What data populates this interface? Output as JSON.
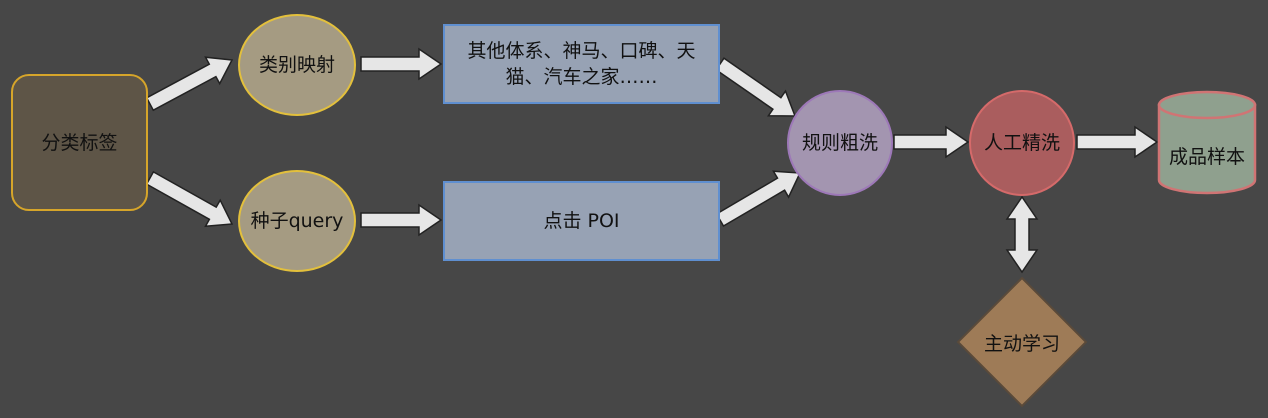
{
  "nodes": {
    "category_label": {
      "text": "分类标签",
      "fill": "#5e5547",
      "stroke": "#d6a52a"
    },
    "category_mapping": {
      "text": "类别映射",
      "fill": "#a59b82",
      "stroke": "#e3c03c"
    },
    "seed_query": {
      "text": "种子query",
      "fill": "#a59b82",
      "stroke": "#e3c03c"
    },
    "other_systems": {
      "text": "其他体系、神马、口碑、天猫、汽车之家……",
      "fill": "#97a2b4",
      "stroke": "#5f8fd0"
    },
    "click_poi": {
      "text": "点击 POI",
      "fill": "#97a2b4",
      "stroke": "#5f8fd0"
    },
    "rule_rough_wash": {
      "text": "规则粗洗",
      "fill": "#a395b0",
      "stroke": "#9d78b8"
    },
    "manual_fine_wash": {
      "text": "人工精洗",
      "fill": "#aa5d5e",
      "stroke": "#d56a6a"
    },
    "active_learning": {
      "text": "主动学习",
      "fill": "#9e7b57",
      "stroke": "#5a4a3a"
    },
    "finished_samples": {
      "text": "成品样本",
      "fill": "#8fa08e",
      "stroke": "#d07474"
    }
  },
  "colors": {
    "background": "#474747",
    "arrow_fill": "#e6e6e6",
    "arrow_stroke": "#222222"
  }
}
